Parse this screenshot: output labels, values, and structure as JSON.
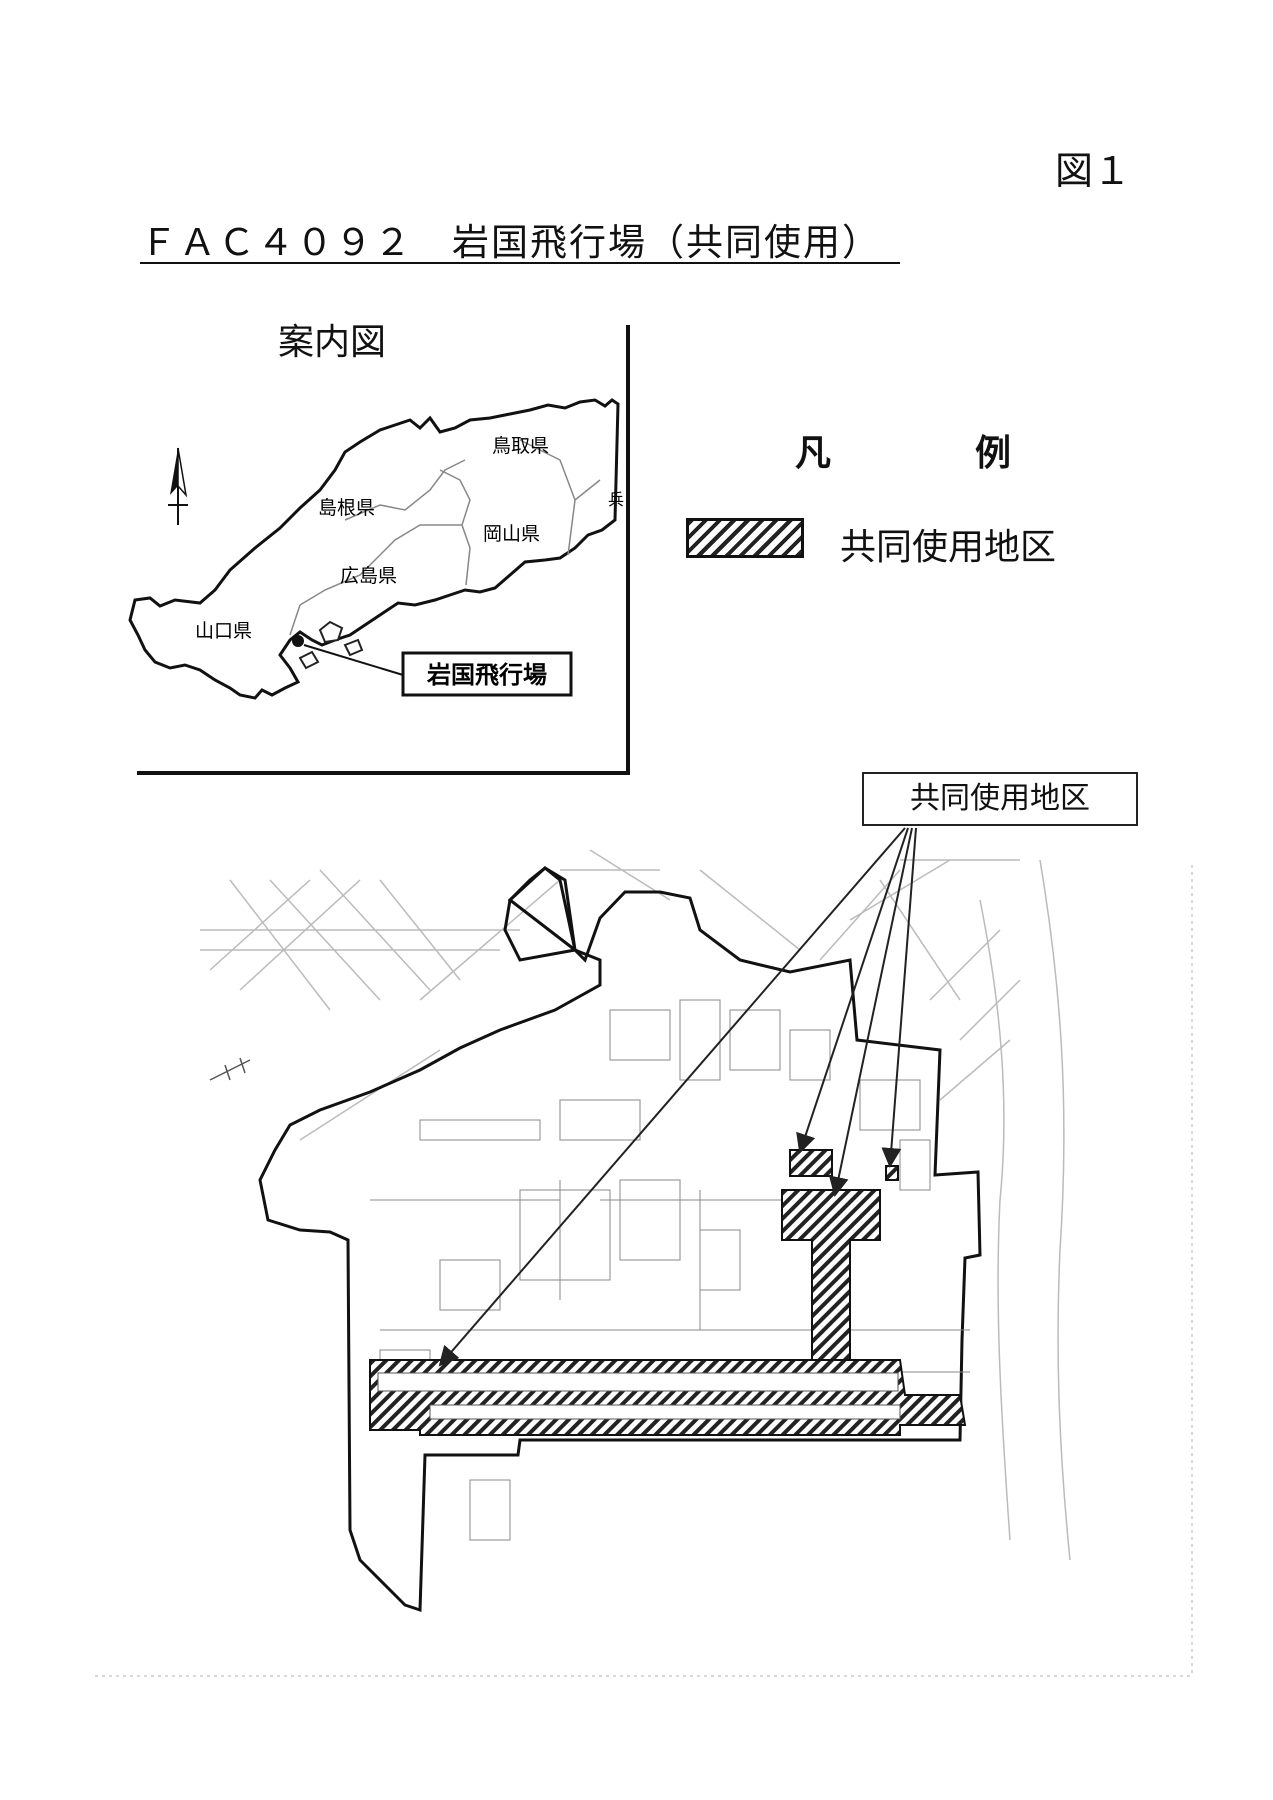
{
  "figure_number": "図１",
  "title": "ＦＡＣ４０９２　岩国飛行場（共同使用）",
  "inset_map": {
    "title": "案内図",
    "prefectures": [
      "鳥取県",
      "島根県",
      "岡山県",
      "広島県",
      "山口県"
    ],
    "edge_fragment": "兵",
    "airfield_label": "岩国飛行場",
    "north_arrow_icon": "north-arrow-icon"
  },
  "legend": {
    "heading": "凡　例",
    "items": [
      {
        "label": "共同使用地区",
        "pattern": "diagonal-hatch",
        "color": "#222222"
      }
    ]
  },
  "main_map": {
    "callout_label": "共同使用地区",
    "callout_targets": 4,
    "line_color": "#222222"
  }
}
